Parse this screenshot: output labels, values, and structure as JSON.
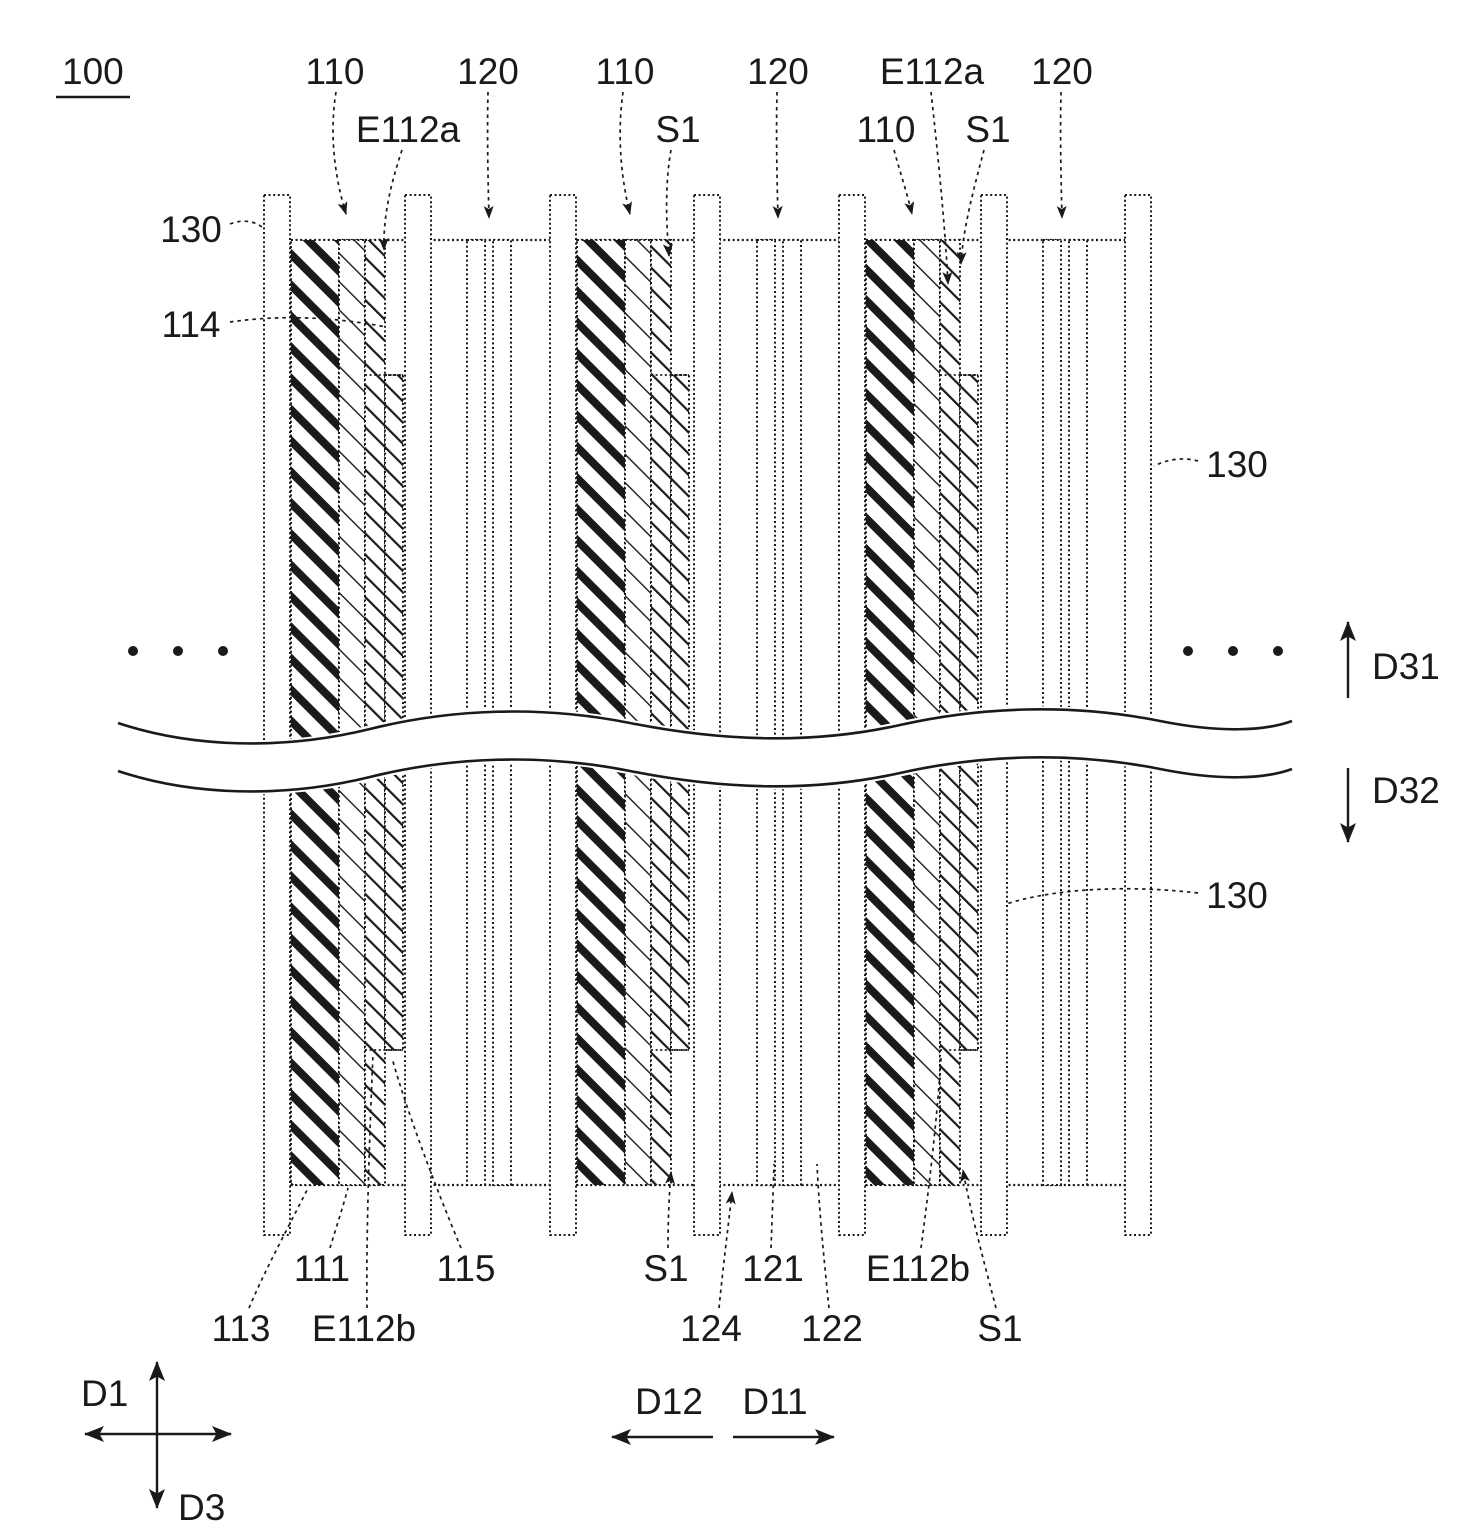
{
  "colors": {
    "ink": "#1a1a1a",
    "paper": "#ffffff"
  },
  "labels": {
    "fig_no": "100",
    "t110_1": "110",
    "e112a_1": "E112a",
    "t120_1": "120",
    "t110_2": "110",
    "s1_1": "S1",
    "t120_2": "120",
    "e112a_2": "E112a",
    "t110_3": "110",
    "s1_2": "S1",
    "t120_3": "120",
    "l130": "130",
    "l114": "114",
    "r130_1": "130",
    "r130_2": "130",
    "b111": "111",
    "b115": "115",
    "b113": "113",
    "e112b_1": "E112b",
    "s1_3": "S1",
    "b121": "121",
    "b124": "124",
    "b122": "122",
    "e112b_2": "E112b",
    "s1_4": "S1",
    "d31": "D31",
    "d32": "D32",
    "d1": "D1",
    "d3": "D3",
    "d12": "D12",
    "d11": "D11"
  }
}
